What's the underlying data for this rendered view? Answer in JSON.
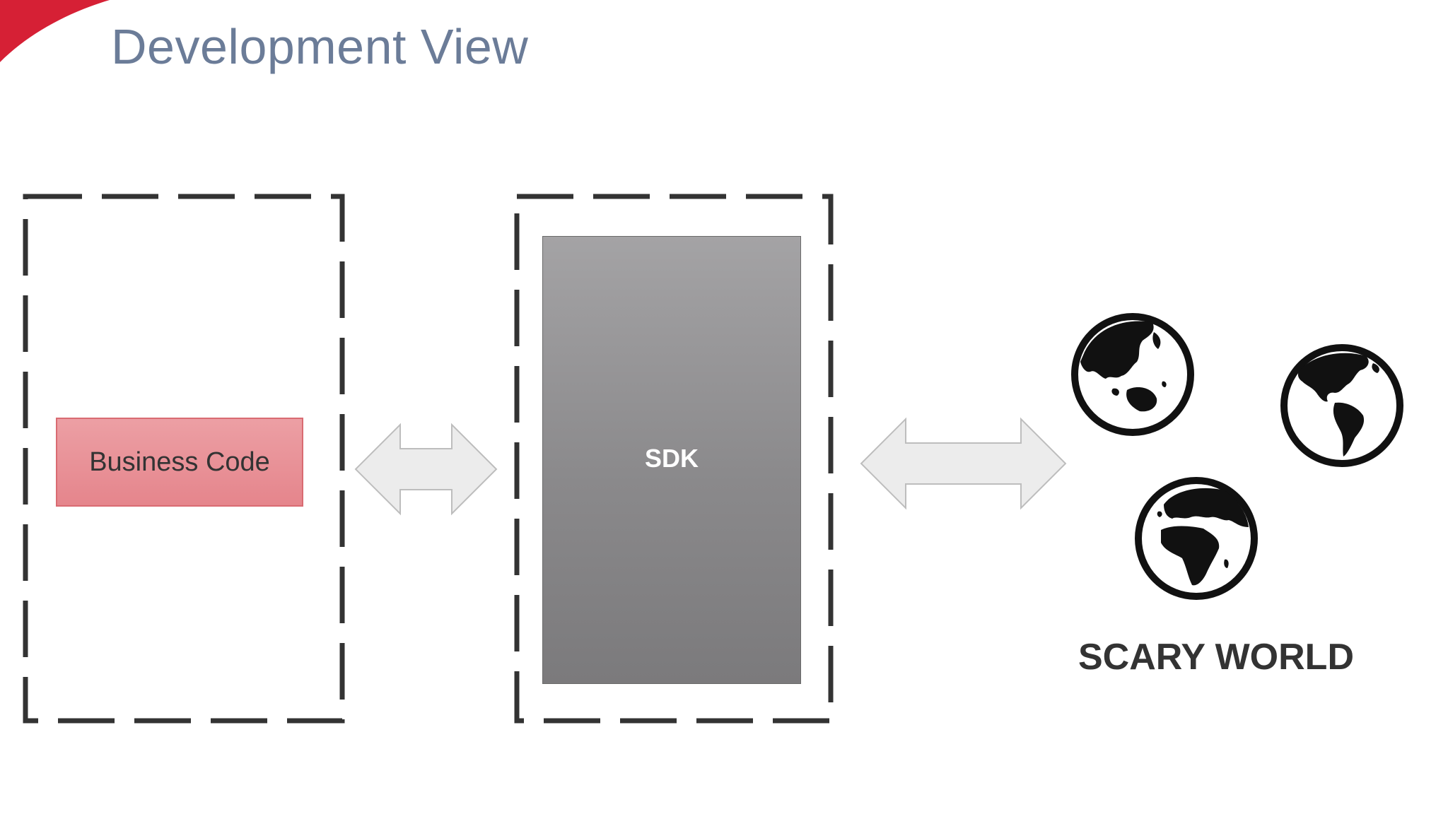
{
  "slide": {
    "title": "Development View",
    "accent_color": "#d62035",
    "title_color": "#6b7c98"
  },
  "diagram": {
    "business_code_label": "Business Code",
    "sdk_label": "SDK",
    "world_label": "SCARY WORLD",
    "icons": [
      "globe-asia-australia-icon",
      "globe-americas-icon",
      "globe-europe-africa-icon",
      "double-arrow-icon"
    ]
  }
}
